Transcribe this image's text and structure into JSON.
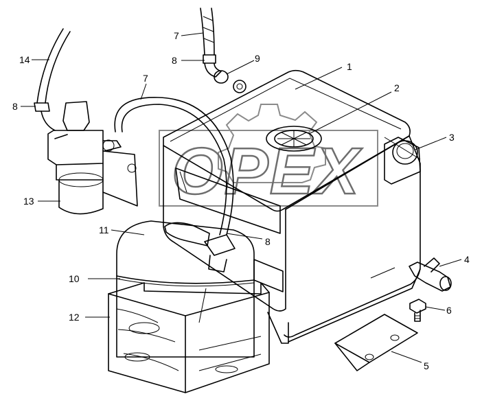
{
  "watermark": {
    "text": "OPEX"
  },
  "callouts": [
    {
      "id": "c1",
      "label": "1"
    },
    {
      "id": "c2",
      "label": "2"
    },
    {
      "id": "c3",
      "label": "3"
    },
    {
      "id": "c4",
      "label": "4"
    },
    {
      "id": "c5",
      "label": "5"
    },
    {
      "id": "c6",
      "label": "6"
    },
    {
      "id": "c7a",
      "label": "7"
    },
    {
      "id": "c7b",
      "label": "7"
    },
    {
      "id": "c8a",
      "label": "8"
    },
    {
      "id": "c8b",
      "label": "8"
    },
    {
      "id": "c8c",
      "label": "8"
    },
    {
      "id": "c9",
      "label": "9"
    },
    {
      "id": "c10",
      "label": "10"
    },
    {
      "id": "c11",
      "label": "11"
    },
    {
      "id": "c12",
      "label": "12"
    },
    {
      "id": "c13",
      "label": "13"
    },
    {
      "id": "c14",
      "label": "14"
    }
  ]
}
